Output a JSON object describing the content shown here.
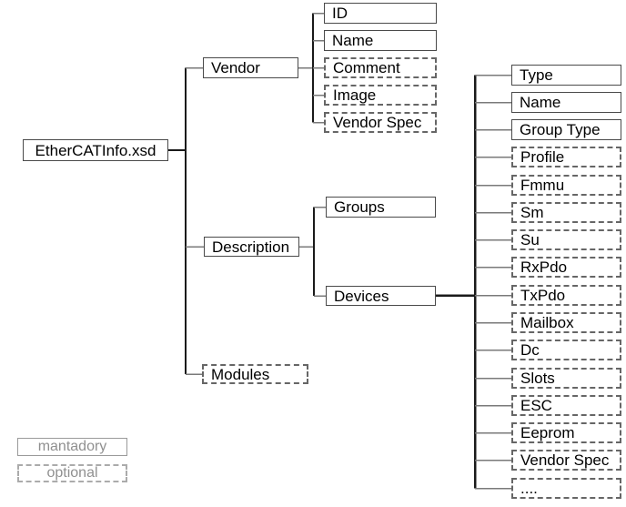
{
  "tree": {
    "root": {
      "label": "EtherCATInfo.xsd",
      "style": "mandatory"
    },
    "children": [
      {
        "label": "Vendor",
        "style": "mandatory"
      },
      {
        "label": "Description",
        "style": "mandatory"
      },
      {
        "label": "Modules",
        "style": "optional"
      }
    ],
    "vendor_children": [
      {
        "label": "ID",
        "style": "mandatory"
      },
      {
        "label": "Name",
        "style": "mandatory"
      },
      {
        "label": "Comment",
        "style": "optional"
      },
      {
        "label": "Image",
        "style": "optional"
      },
      {
        "label": "Vendor Spec",
        "style": "optional"
      }
    ],
    "description_children": [
      {
        "label": "Groups",
        "style": "mandatory"
      },
      {
        "label": "Devices",
        "style": "mandatory"
      }
    ],
    "devices_children": [
      {
        "label": "Type",
        "style": "mandatory"
      },
      {
        "label": "Name",
        "style": "mandatory"
      },
      {
        "label": "Group Type",
        "style": "mandatory"
      },
      {
        "label": "Profile",
        "style": "optional"
      },
      {
        "label": "Fmmu",
        "style": "optional"
      },
      {
        "label": "Sm",
        "style": "optional"
      },
      {
        "label": "Su",
        "style": "optional"
      },
      {
        "label": "RxPdo",
        "style": "optional"
      },
      {
        "label": "TxPdo",
        "style": "optional"
      },
      {
        "label": "Mailbox",
        "style": "optional"
      },
      {
        "label": "Dc",
        "style": "optional"
      },
      {
        "label": "Slots",
        "style": "optional"
      },
      {
        "label": "ESC",
        "style": "optional"
      },
      {
        "label": "Eeprom",
        "style": "optional"
      },
      {
        "label": "Vendor Spec",
        "style": "optional"
      },
      {
        "label": "....",
        "style": "optional"
      }
    ]
  },
  "legend": {
    "items": [
      {
        "label": "mantadory",
        "style": "mandatory"
      },
      {
        "label": "optional",
        "style": "optional"
      }
    ]
  },
  "colors": {
    "background": "#ffffff",
    "solid_box_border": "#4a4a4a",
    "dashed_box_border": "#666666",
    "trunk_line": "#1a1a1a",
    "branch_line": "#7a7a7a",
    "text": "#000000",
    "legend_text": "#909090"
  }
}
